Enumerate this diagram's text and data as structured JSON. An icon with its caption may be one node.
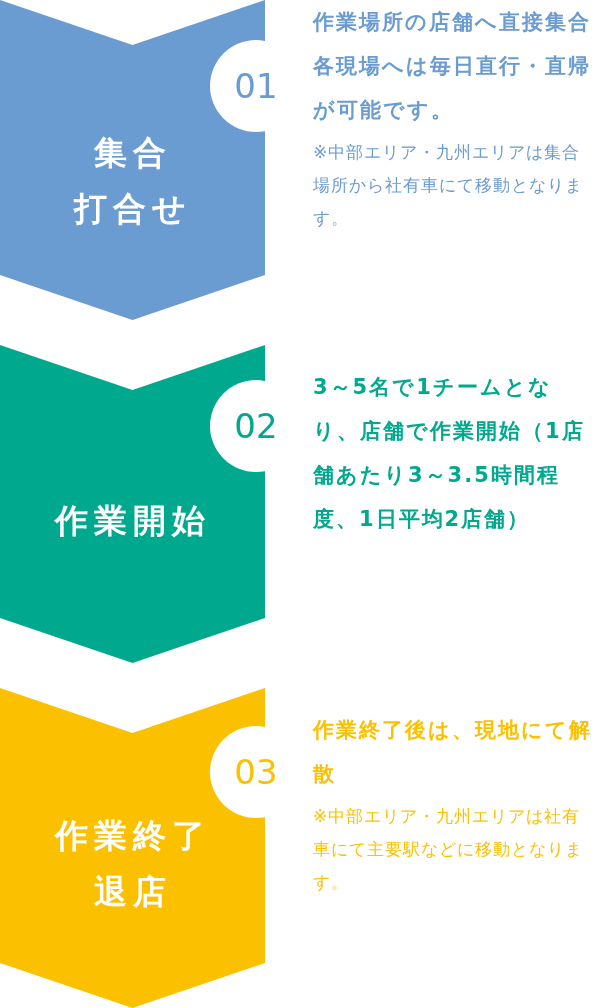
{
  "diagram": {
    "nodes": [
      {
        "text": [
          "01",
          "集合打合せ"
        ],
        "beside": [
          "作業場所の店舗へ直接集合",
          "各現場へは毎日直行・直帰が可能です。",
          "※中部エリア・九州エリアは集合場所から社有車にて移動となります。"
        ]
      },
      {
        "text": [
          "02",
          "作業開始"
        ],
        "beside": [
          "3～5名で1チームとなり、店舗で作業開始（1店舗あたり3～3.5時間程度、1日平均2店舗）"
        ]
      },
      {
        "text": [
          "03",
          "作業終了退店"
        ],
        "beside": [
          "作業終了後は、現地にて解散",
          "※中部エリア・九州エリアは社有車にて主要駅などに移動となります。"
        ]
      }
    ]
  }
}
